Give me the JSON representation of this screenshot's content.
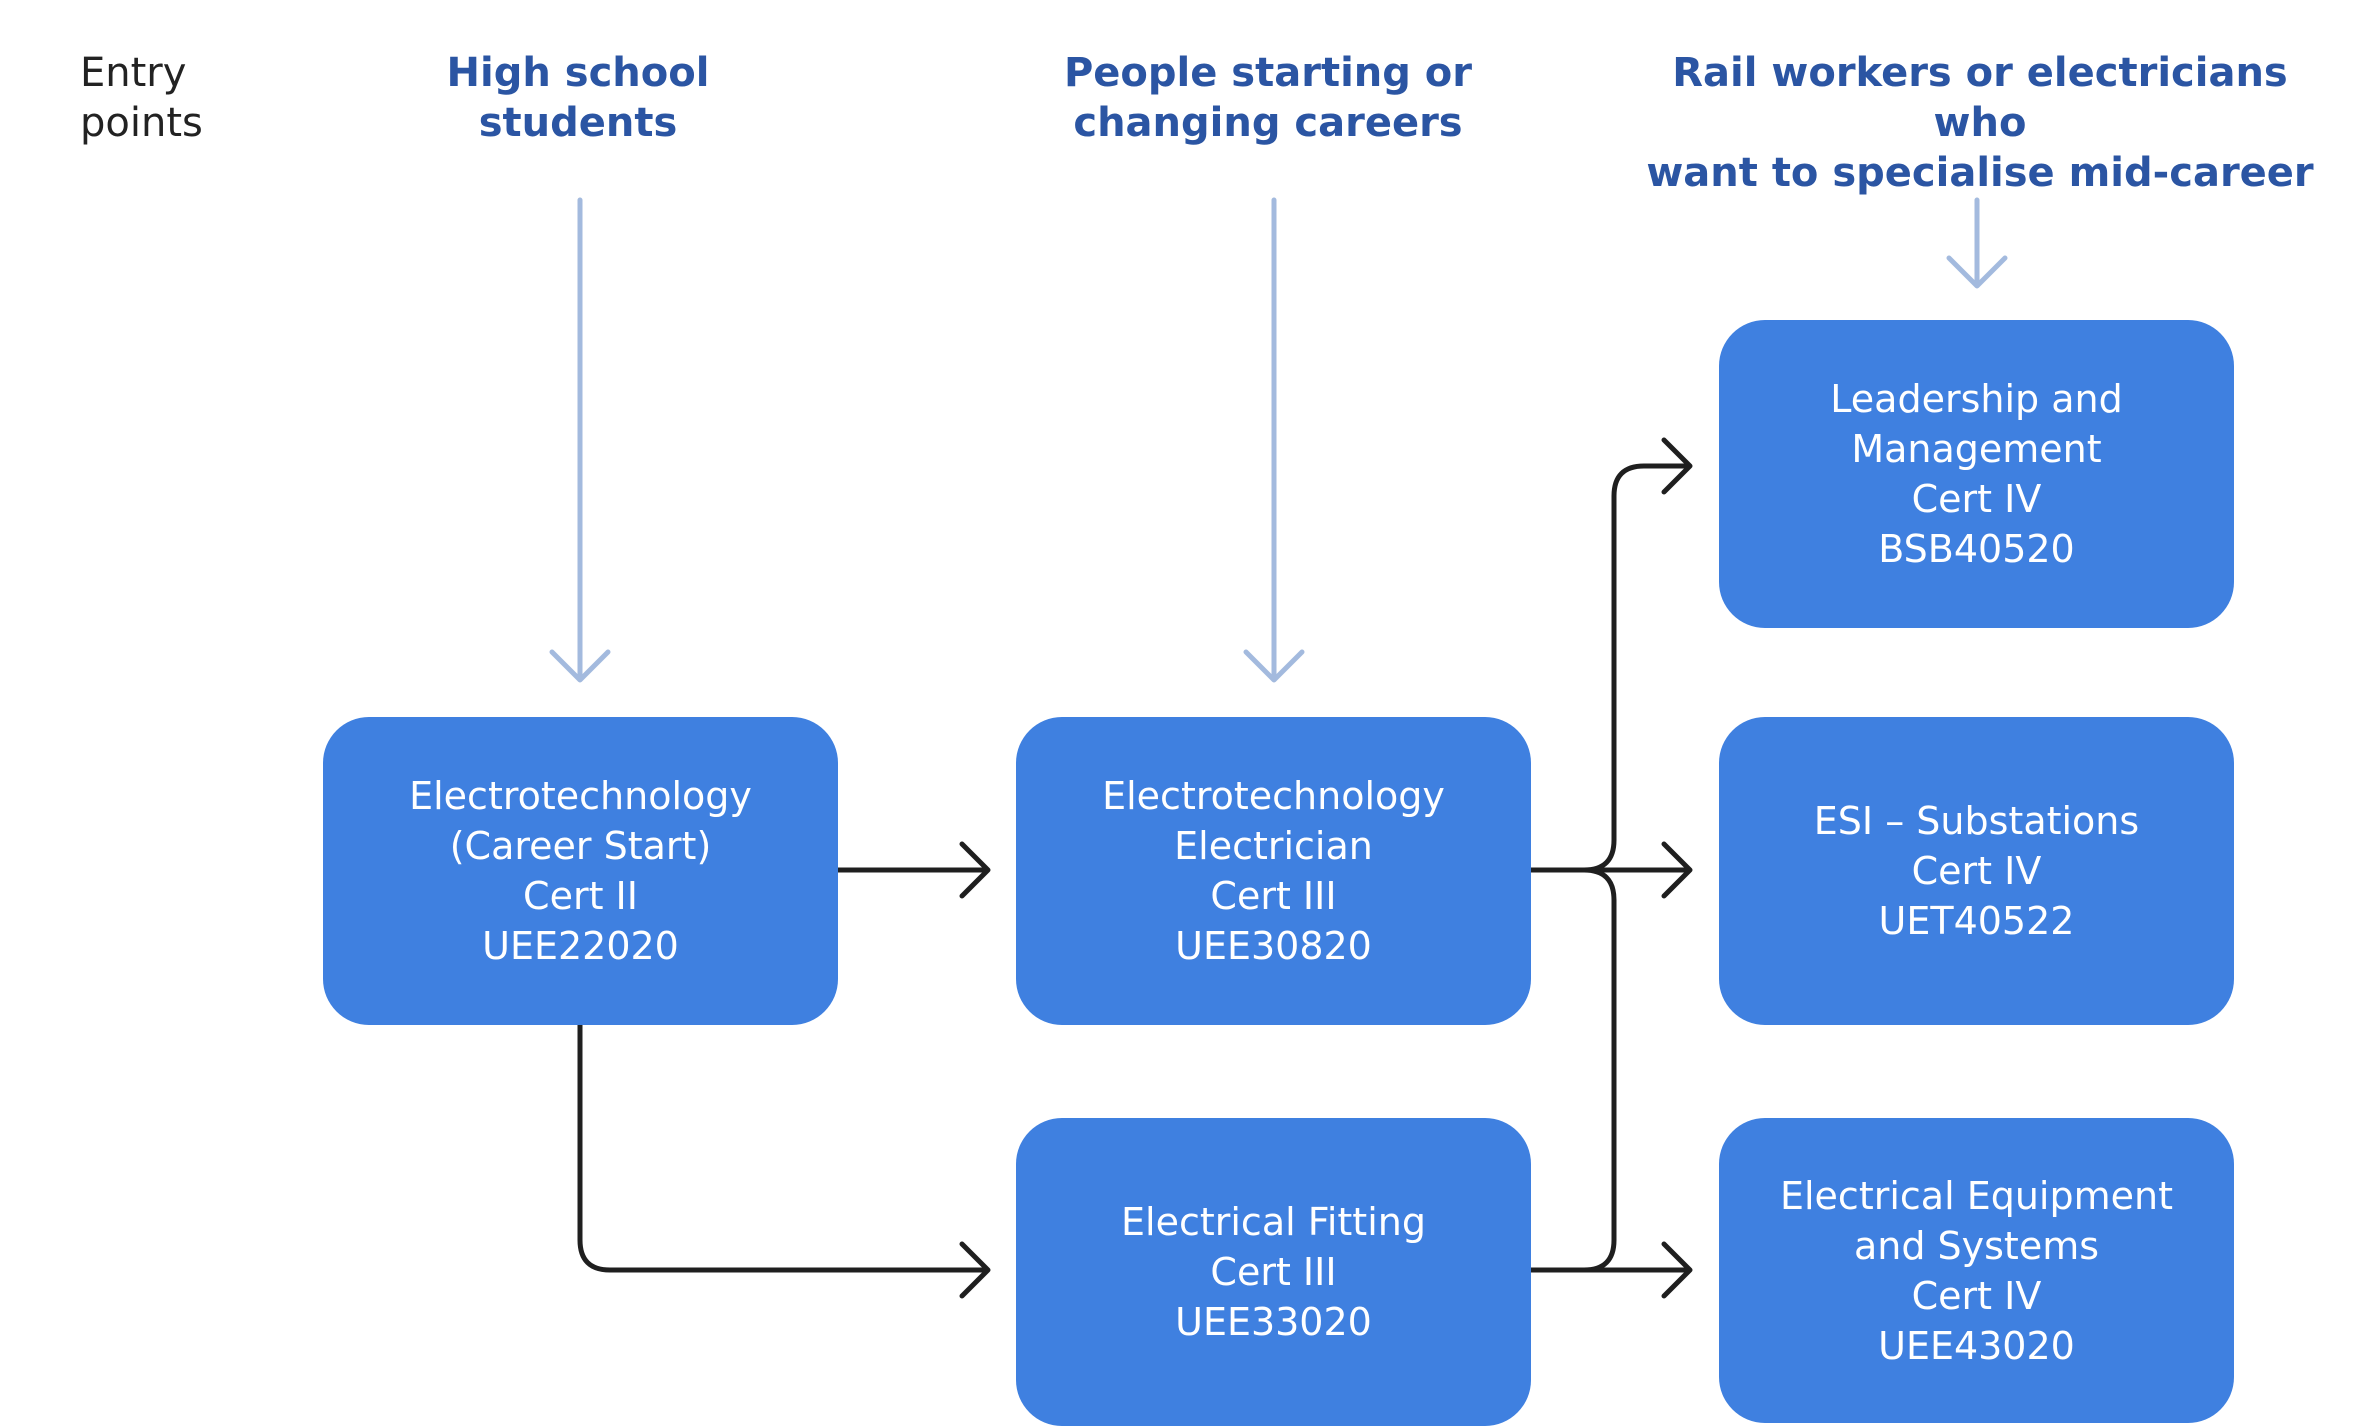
{
  "entry_points_label": "Entry\npoints",
  "headers": {
    "high_school": "High school\nstudents",
    "career_changers": "People starting or\nchanging careers",
    "specialists": "Rail workers or electricians who\nwant to specialise mid-career"
  },
  "boxes": {
    "cert2_career_start": "Electrotechnology\n(Career Start)\nCert II\nUEE22020",
    "cert3_electrician": "Electrotechnology\nElectrician\nCert III\nUEE30820",
    "cert3_electrical_fitting": "Electrical Fitting\nCert III\nUEE33020",
    "cert4_leadership": "Leadership and\nManagement\nCert IV\nBSB40520",
    "cert4_esi_substations": "ESI – Substations\nCert IV\nUET40522",
    "cert4_equipment_systems": "Electrical Equipment\nand Systems\nCert IV\nUEE43020"
  },
  "colors": {
    "box_fill": "#3f80e0",
    "header_text": "#2b55a3",
    "entry_arrow": "#a3bade",
    "flow_arrow": "#1f1f1f"
  }
}
